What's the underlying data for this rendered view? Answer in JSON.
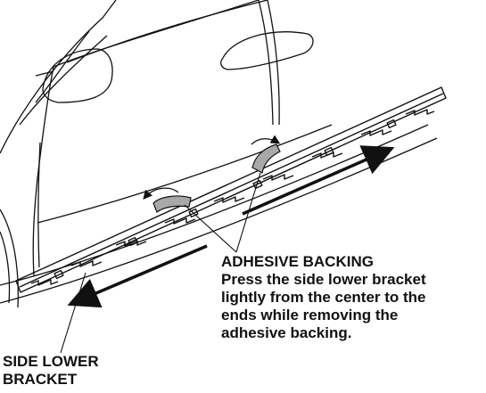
{
  "callouts": {
    "adhesive_backing": {
      "title": "ADHESIVE BACKING",
      "instruction_lines": [
        "Press the side lower bracket",
        "lightly from the center to the",
        "ends while removing the",
        "adhesive backing."
      ]
    },
    "side_lower_bracket": {
      "lines": [
        "SIDE LOWER",
        "BRACKET"
      ]
    }
  },
  "colors": {
    "line": "#111111",
    "tape": "#a8a8a8",
    "background": "#ffffff"
  },
  "icons": {
    "direction_arrows": "double-headed-arrow",
    "peel_arrows": "curved-arrow"
  }
}
